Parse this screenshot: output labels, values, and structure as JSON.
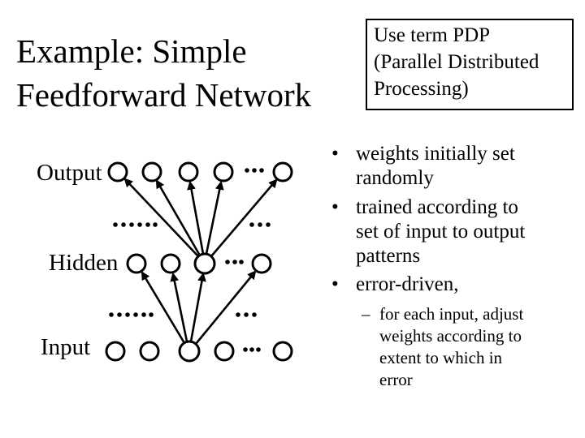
{
  "slide": {
    "title_lines": [
      "Example: Simple",
      "Feedforward Network"
    ],
    "pdp_box": {
      "lines": [
        "Use term PDP",
        "(Parallel Distributed",
        "Processing)"
      ]
    },
    "diagram": {
      "layer_labels": {
        "output": "Output",
        "hidden": "Hidden",
        "input": "Input"
      },
      "layers": [
        {
          "name": "Output",
          "visible_nodes": 5,
          "ellipsis_after_node": 4
        },
        {
          "name": "Hidden",
          "visible_nodes": 4,
          "ellipsis_after_node": 3
        },
        {
          "name": "Input",
          "visible_nodes": 5,
          "ellipsis_after_node": 4
        }
      ],
      "connections": [
        {
          "from": "Input node 3",
          "to": "every Hidden node",
          "style": "upward arrows"
        },
        {
          "from": "Hidden node 3",
          "to": "every Output node",
          "style": "upward arrows"
        }
      ]
    },
    "bullet_char": "•",
    "dash_char": "–",
    "bullets": [
      {
        "lines": [
          "weights initially set",
          "randomly"
        ]
      },
      {
        "lines": [
          "trained according to",
          "set of input to output",
          "patterns"
        ]
      },
      {
        "lines": [
          "error-driven,"
        ]
      }
    ],
    "sub_bullet": {
      "lines": [
        "for each input, adjust",
        "weights according to",
        "extent to which in",
        "error"
      ]
    },
    "colors": {
      "foreground": "#000000",
      "background": "#ffffff"
    }
  }
}
